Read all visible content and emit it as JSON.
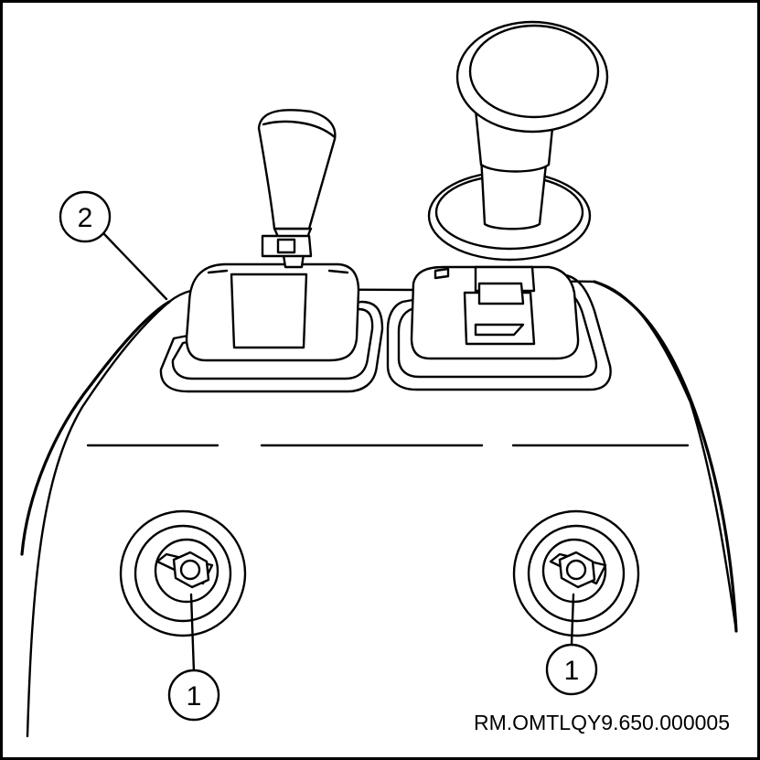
{
  "figure": {
    "code": "RM.OMTLQY9.650.000005",
    "callouts": [
      {
        "id": "callout-1-left",
        "label": "1"
      },
      {
        "id": "callout-1-right",
        "label": "1"
      },
      {
        "id": "callout-2",
        "label": "2"
      }
    ],
    "colors": {
      "line": "#000000",
      "background": "#ffffff"
    }
  }
}
